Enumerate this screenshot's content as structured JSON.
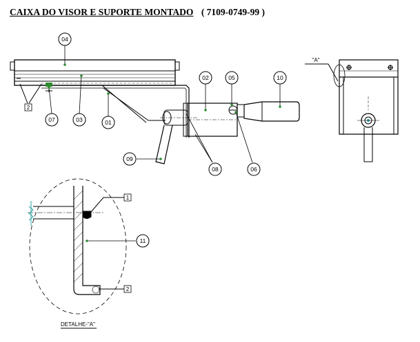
{
  "title": {
    "text": "CAIXA DO VISOR E SUPORTE MONTADO",
    "code": "( 7109-0749-99 )"
  },
  "balloons": [
    {
      "id": "04",
      "label": "04"
    },
    {
      "id": "02",
      "label": "02"
    },
    {
      "id": "05",
      "label": "05"
    },
    {
      "id": "10",
      "label": "10"
    },
    {
      "id": "07",
      "label": "07"
    },
    {
      "id": "03",
      "label": "03"
    },
    {
      "id": "01",
      "label": "01"
    },
    {
      "id": "09",
      "label": "09"
    },
    {
      "id": "08",
      "label": "08"
    },
    {
      "id": "06",
      "label": "06"
    },
    {
      "id": "11",
      "label": "11"
    }
  ],
  "weld_markers": {
    "main": "2",
    "detail_top": "1",
    "detail_bottom": "2"
  },
  "view_label": "\"A\"",
  "detail_label": "DETALHE-\"A\"",
  "colors": {
    "line": "#000000",
    "callout_dot": "#2e8b2e",
    "accent": "#2aa0a0"
  }
}
